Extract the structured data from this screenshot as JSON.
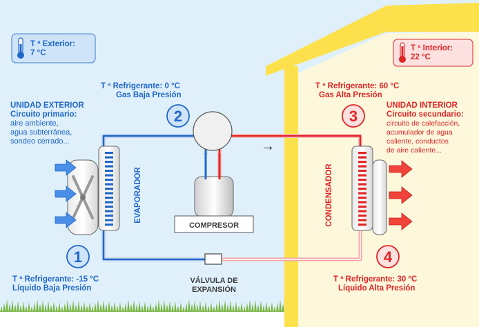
{
  "colors": {
    "outdoor_bg": "#dff0fb",
    "indoor_wall": "#fde14c",
    "indoor_bg": "#fdf7dc",
    "cold": "#1f66c9",
    "hot": "#e02525",
    "warm_pipe": "#f2a7a7",
    "cold_pipe": "#c9d9ee",
    "grass": "#7ab648"
  },
  "outdoor_temp": {
    "icon": "thermometer-icon",
    "line1": "T ª Exterior:",
    "line2": "7 °C"
  },
  "indoor_temp": {
    "icon": "thermometer-icon",
    "line1": "T ª Interior:",
    "line2": "22 °C"
  },
  "unit_exterior": {
    "title": "UNIDAD EXTERIOR",
    "subtitle": "Circuito primario:",
    "lines": [
      "aire ambiente,",
      "agua subterránea,",
      "sondeo cerrado..."
    ]
  },
  "unit_interior": {
    "title": "UNIDAD INTERIOR",
    "subtitle": "Circuito secundario:",
    "lines": [
      "circuito de calefacción,",
      "acumulador de agua",
      "caliente, conductos",
      "de aire caliente..."
    ]
  },
  "points": [
    {
      "number": "1",
      "line1": "T ª Refrigerante: -15 °C",
      "line2": "Líquido Baja Presión"
    },
    {
      "number": "2",
      "line1": "T ª Refrigerante: 0 °C",
      "line2": "Gas Baja Presión"
    },
    {
      "number": "3",
      "line1": "T ª Refrigerante: 60 °C",
      "line2": "Gas Alta Presión"
    },
    {
      "number": "4",
      "line1": "T ª Refrigerante: 30 °C",
      "line2": "Líquido Alta Presión"
    }
  ],
  "components": {
    "evaporator": "EVAPORADOR",
    "condenser": "CONDENSADOR",
    "compressor": "COMPRESOR",
    "valve_line1": "VÁLVULA DE",
    "valve_line2": "EXPANSIÓN"
  },
  "flow_arrow": "→"
}
